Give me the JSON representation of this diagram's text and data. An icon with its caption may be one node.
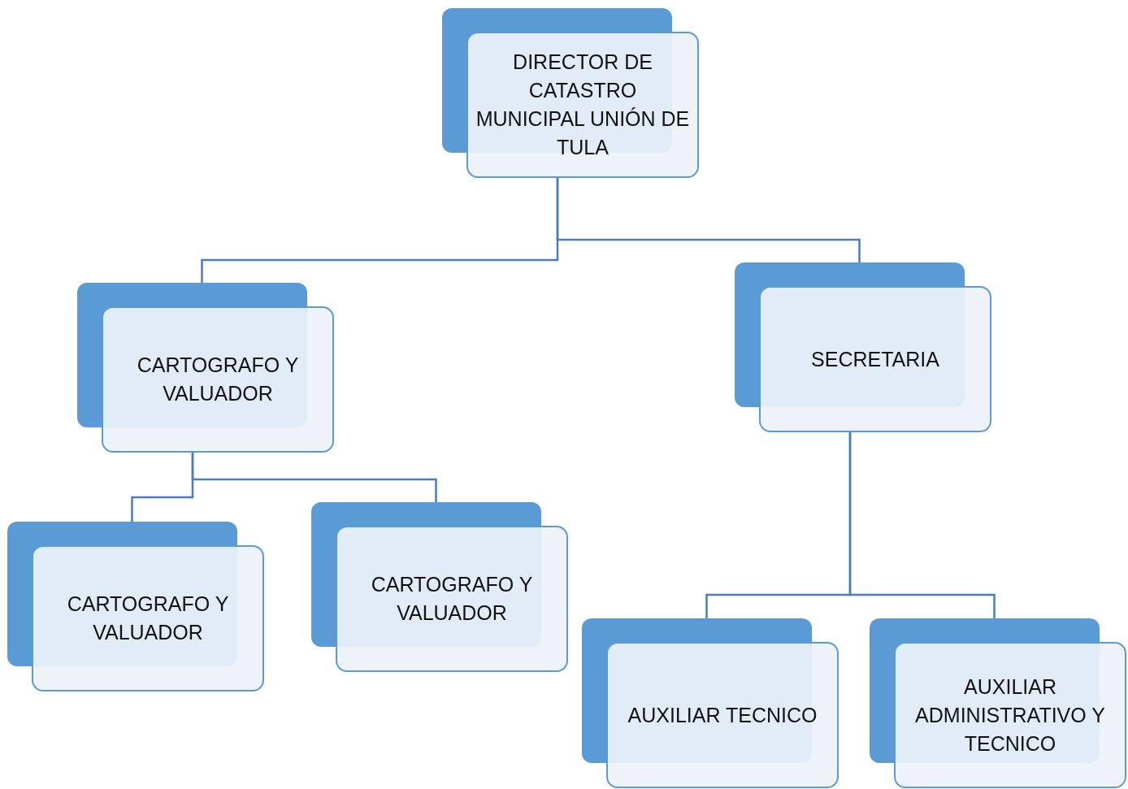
{
  "diagram": {
    "nodes": [
      {
        "text": [
          "DIRECTOR DE CATASTRO MUNICIPAL UNIÓN DE TULA"
        ]
      },
      {
        "text": [
          "CARTOGRAFO Y VALUADOR"
        ]
      },
      {
        "text": [
          "SECRETARIA"
        ]
      },
      {
        "text": [
          "CARTOGRAFO Y VALUADOR"
        ]
      },
      {
        "text": [
          "CARTOGRAFO Y VALUADOR"
        ]
      },
      {
        "text": [
          "AUXILIAR TECNICO"
        ]
      },
      {
        "text": [
          "AUXILIAR ADMINISTRATIVO Y TECNICO"
        ]
      }
    ],
    "edges": [
      {
        "from": 0,
        "to": 1,
        "arrow": "none"
      },
      {
        "from": 0,
        "to": 2,
        "arrow": "none"
      },
      {
        "from": 1,
        "to": 3,
        "arrow": "none"
      },
      {
        "from": 1,
        "to": 4,
        "arrow": "none"
      },
      {
        "from": 2,
        "to": 5,
        "arrow": "none"
      },
      {
        "from": 2,
        "to": 6,
        "arrow": "none"
      }
    ]
  }
}
